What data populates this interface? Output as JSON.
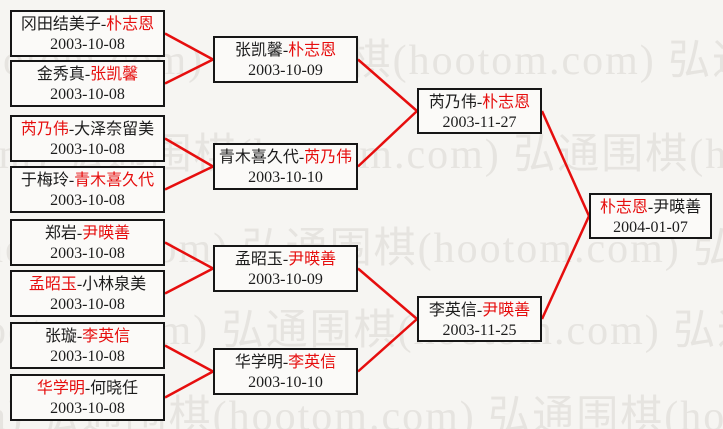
{
  "ui": {
    "separator": "-"
  },
  "watermark": {
    "text": "弘通围棋(hootom.com)"
  },
  "colors": {
    "winner_text": "#e60e0e",
    "connector_line": "#e60e0e",
    "box_border": "#161616",
    "normal_text": "#1c1c1c",
    "watermark_text": "#e6e4e0",
    "background": "#f6f5f2"
  },
  "bracket": {
    "type": "single-elimination-tournament",
    "rounds": [
      {
        "name": "round-1",
        "matches": [
          {
            "left": "冈田结美子",
            "right": "朴志恩",
            "winner": "right",
            "date": "2003-10-08"
          },
          {
            "left": "金秀真",
            "right": "张凯馨",
            "winner": "right",
            "date": "2003-10-08"
          },
          {
            "left": "芮乃伟",
            "right": "大泽奈留美",
            "winner": "left",
            "date": "2003-10-08"
          },
          {
            "left": "于梅玲",
            "right": "青木喜久代",
            "winner": "right",
            "date": "2003-10-08"
          },
          {
            "left": "郑岩",
            "right": "尹暎善",
            "winner": "right",
            "date": "2003-10-08"
          },
          {
            "left": "孟昭玉",
            "right": "小林泉美",
            "winner": "left",
            "date": "2003-10-08"
          },
          {
            "left": "张璇",
            "right": "李英信",
            "winner": "right",
            "date": "2003-10-08"
          },
          {
            "left": "华学明",
            "right": "何晓任",
            "winner": "left",
            "date": "2003-10-08"
          }
        ]
      },
      {
        "name": "round-2",
        "matches": [
          {
            "left": "张凯馨",
            "right": "朴志恩",
            "winner": "right",
            "date": "2003-10-09"
          },
          {
            "left": "青木喜久代",
            "right": "芮乃伟",
            "winner": "right",
            "date": "2003-10-10"
          },
          {
            "left": "孟昭玉",
            "right": "尹暎善",
            "winner": "right",
            "date": "2003-10-09"
          },
          {
            "left": "华学明",
            "right": "李英信",
            "winner": "right",
            "date": "2003-10-10"
          }
        ]
      },
      {
        "name": "semifinals",
        "matches": [
          {
            "left": "芮乃伟",
            "right": "朴志恩",
            "winner": "right",
            "date": "2003-11-27"
          },
          {
            "left": "李英信",
            "right": "尹暎善",
            "winner": "right",
            "date": "2003-11-25"
          }
        ]
      },
      {
        "name": "final",
        "matches": [
          {
            "left": "朴志恩",
            "right": "尹暎善",
            "winner": "left",
            "date": "2004-01-07"
          }
        ]
      }
    ]
  }
}
